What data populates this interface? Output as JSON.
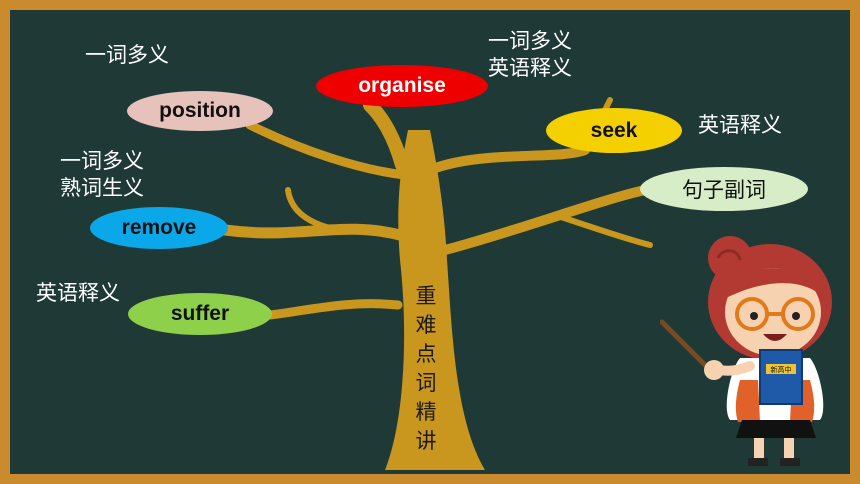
{
  "colors": {
    "board_frame": "#c98b2e",
    "board_surface": "#1f3a36",
    "tree": "#c9961e",
    "note_text": "#ffffff"
  },
  "center_label": "重难点词精讲",
  "words": [
    {
      "id": "position",
      "label": "position",
      "fill": "#e6c2bb",
      "text_color": "#111111",
      "note": "一词多义"
    },
    {
      "id": "organise",
      "label": "organise",
      "fill": "#ee0000",
      "text_color": "#ffffff",
      "note": "一词多义\n英语释义"
    },
    {
      "id": "seek",
      "label": "seek",
      "fill": "#f5d000",
      "text_color": "#111111",
      "note": "英语释义"
    },
    {
      "id": "remove",
      "label": "remove",
      "fill": "#0aa8e8",
      "text_color": "#111111",
      "note": "一词多义\n熟词生义"
    },
    {
      "id": "suffer",
      "label": "suffer",
      "fill": "#8fd04a",
      "text_color": "#111111",
      "note": "英语释义"
    }
  ],
  "extra_leaf": {
    "label": "句子副词",
    "fill": "#d6edc7",
    "text_color": "#111111"
  },
  "teacher": {
    "book_title": "新高中"
  }
}
